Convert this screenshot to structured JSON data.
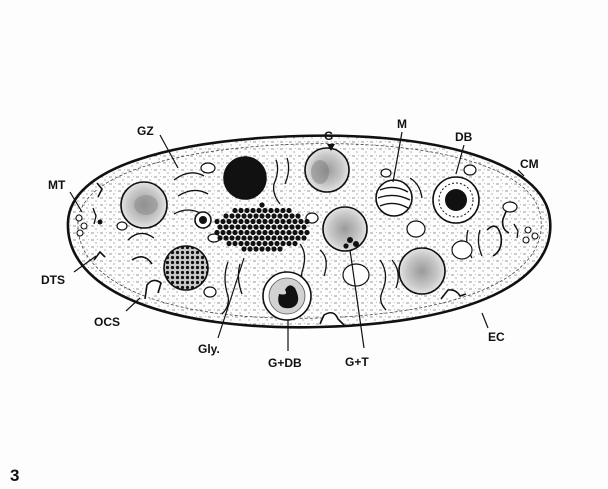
{
  "figure_number": "3",
  "labels": {
    "G": "G",
    "GZ": "GZ",
    "M": "M",
    "DB": "DB",
    "CM": "CM",
    "MT": "MT",
    "DTS": "DTS",
    "OCS": "OCS",
    "Gly": "Gly.",
    "GDB": "G+DB",
    "GT": "G+T",
    "EC": "EC"
  },
  "colors": {
    "ink": "#111111",
    "stipple": "#3a3a3a",
    "background": "#fdfdfd"
  }
}
